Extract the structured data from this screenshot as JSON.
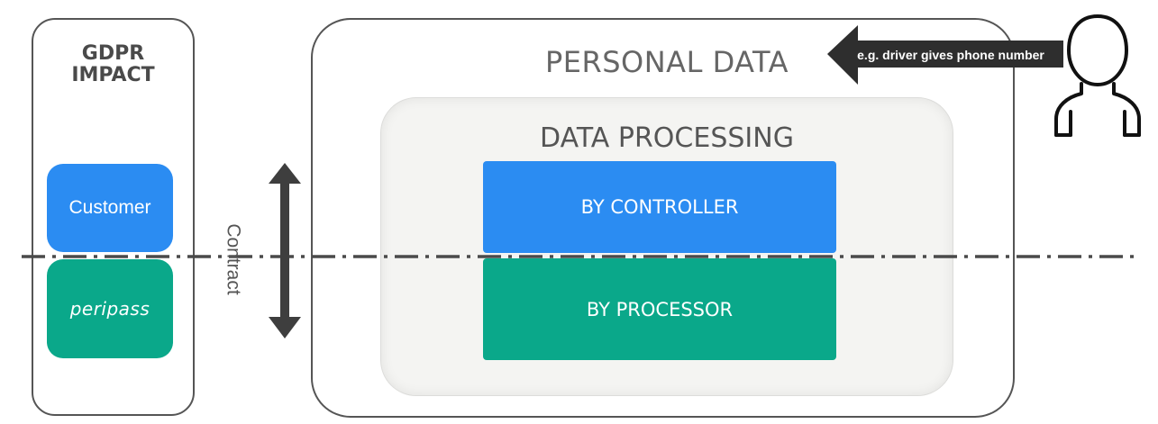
{
  "gdpr_panel": {
    "title": "GDPR\nIMPACT",
    "customer_label": "Customer",
    "peripass_label": "peripass"
  },
  "contract": {
    "label": "Contract"
  },
  "personal_data": {
    "title": "PERSONAL DATA",
    "note": "e.g. driver gives phone number"
  },
  "data_processing": {
    "title": "DATA PROCESSING",
    "controller_label": "BY CONTROLLER",
    "processor_label": "BY PROCESSOR"
  },
  "colors": {
    "controller_blue": "#2b8cf2",
    "processor_green": "#0aa88a",
    "outline_gray": "#555555",
    "note_background": "#333333"
  },
  "icons": {
    "person": "person-icon",
    "arrow": "double-arrow-icon",
    "note_arrow": "left-arrow-icon"
  }
}
